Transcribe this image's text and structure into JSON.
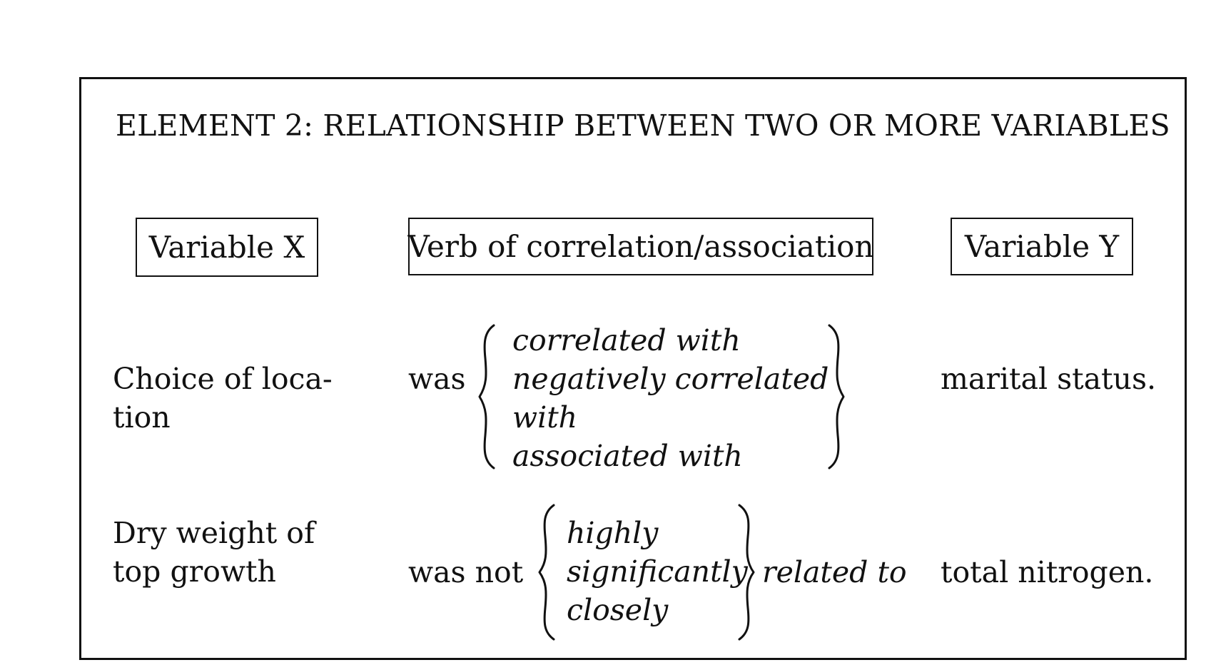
{
  "title": "ELEMENT 2: RELATIONSHIP BETWEEN TWO OR MORE VARIABLES",
  "headers": {
    "variable_x": "Variable X",
    "verb": "Verb of correlation/association",
    "variable_y": "Variable Y"
  },
  "rows": [
    {
      "variable_x": [
        "Choice of loca-",
        "tion"
      ],
      "verb_lead": "was",
      "options": [
        "correlated with",
        "negatively correlated",
        "with",
        "associated with"
      ],
      "verb_tail": "",
      "variable_y": "marital status."
    },
    {
      "variable_x": [
        "Dry weight of",
        "top growth"
      ],
      "verb_lead": "was not",
      "options": [
        "highly",
        "significantly",
        "closely"
      ],
      "verb_tail": "related to",
      "variable_y": "total nitrogen."
    }
  ]
}
